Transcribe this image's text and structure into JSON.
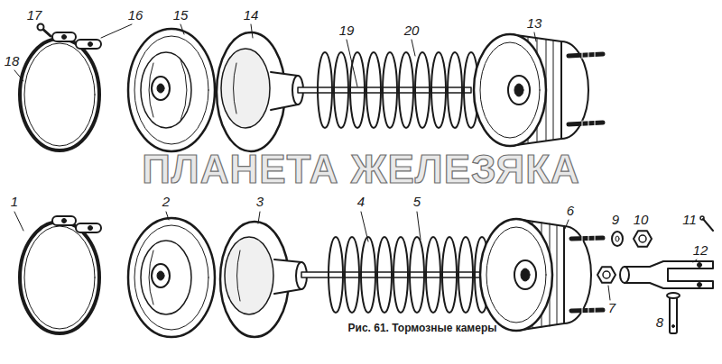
{
  "diagram": {
    "caption": "Рис. 61. Тормозные камеры",
    "labels": [
      "17",
      "16",
      "15",
      "14",
      "19",
      "20",
      "13",
      "18",
      "ПЛАНЕТА ЖЕЛЕЗЯКА",
      "1",
      "2",
      "3",
      "4",
      "5",
      "6",
      "9",
      "10",
      "11",
      "12",
      "7",
      "8"
    ]
  }
}
